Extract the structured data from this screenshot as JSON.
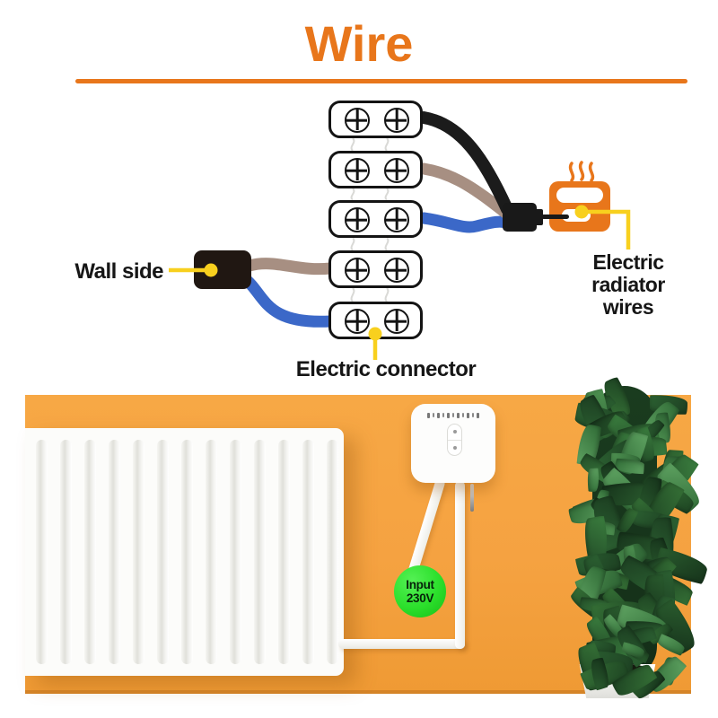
{
  "title": "Wire",
  "diagram": {
    "wall_side_label": "Wall side",
    "electric_connector_label": "Electric connector",
    "radiator_label": [
      "Electric",
      "radiator",
      "wires"
    ]
  },
  "scene": {
    "badge": {
      "line1": "Input",
      "line2": "230V"
    }
  },
  "colors": {
    "accent_orange": "#E8761B",
    "panel_orange": "#F5A241",
    "wire_blue": "#3B68C8",
    "wire_brown": "#A78F82",
    "wire_black": "#1B1B1B",
    "pointer_yellow": "#F8D01E",
    "badge_green": "#2BDF2B"
  },
  "icons": {
    "screw-icon": "circle with plus (terminal screw)",
    "plug-icon": "black plug with pin",
    "radiator-icon": "orange heater square with white slot",
    "heat-waves-icon": "three wavy heat lines",
    "input-voltage-badge": "green circle",
    "thermostat-buttons": "two stacked pill buttons"
  }
}
